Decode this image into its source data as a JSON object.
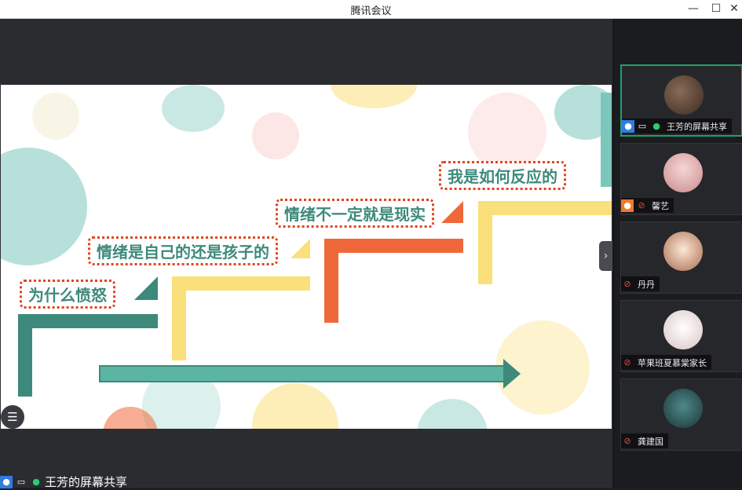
{
  "window": {
    "title": "腾讯会议",
    "controls": {
      "minimize": "—",
      "maximize": "☐",
      "close": "✕"
    }
  },
  "slide": {
    "steps": [
      "为什么愤怒",
      "情绪是自己的还是孩子的",
      "情绪不一定就是现实",
      "我是如何反应的"
    ],
    "colors": {
      "teal": "#3d8a7c",
      "yellow": "#f9e07a",
      "orange": "#f0683a",
      "dotted_border": "#e0461c"
    }
  },
  "main": {
    "share_label": "王芳的屏幕共享",
    "collapse_icon": "›",
    "list_icon": "☰"
  },
  "participants": [
    {
      "name": "王芳的屏幕共享",
      "sharing": true,
      "mic": "on",
      "active": true
    },
    {
      "name": "馨艺",
      "mic": "muted"
    },
    {
      "name": "丹丹",
      "mic": "muted"
    },
    {
      "name": "苹果班夏慕棠家长",
      "mic": "muted"
    },
    {
      "name": "龚建国",
      "mic": "muted"
    }
  ],
  "icons": {
    "user": "user-icon",
    "screen": "screen-share-icon",
    "mic_on": "mic-icon",
    "mic_off": "mic-muted-icon"
  }
}
